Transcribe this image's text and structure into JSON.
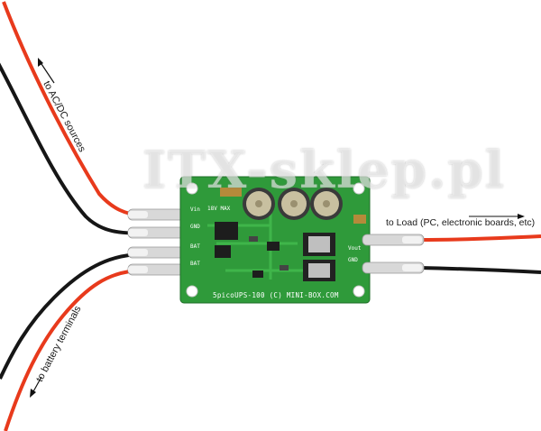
{
  "labels": {
    "ac_dc": "to AC/DC sources",
    "battery": "to battery terminals",
    "load": "to Load (PC, electronic boards, etc)"
  },
  "watermark": "ITX-sklep.pl",
  "board": {
    "title": "5picoUPS-100 (C) MINI-BOX.COM",
    "silk_vin": "Vin",
    "silk_gnd_left": "GND",
    "silk_bat": "BAT",
    "silk_bat2": "BAT",
    "silk_vout": "Vout",
    "silk_gnd_right": "GND",
    "silk_max": "18V MAX"
  },
  "colors": {
    "pcb": "#2f9a3a",
    "wire_red": "#e83a1c",
    "wire_black": "#161616",
    "connector": "#d8d8d8"
  }
}
